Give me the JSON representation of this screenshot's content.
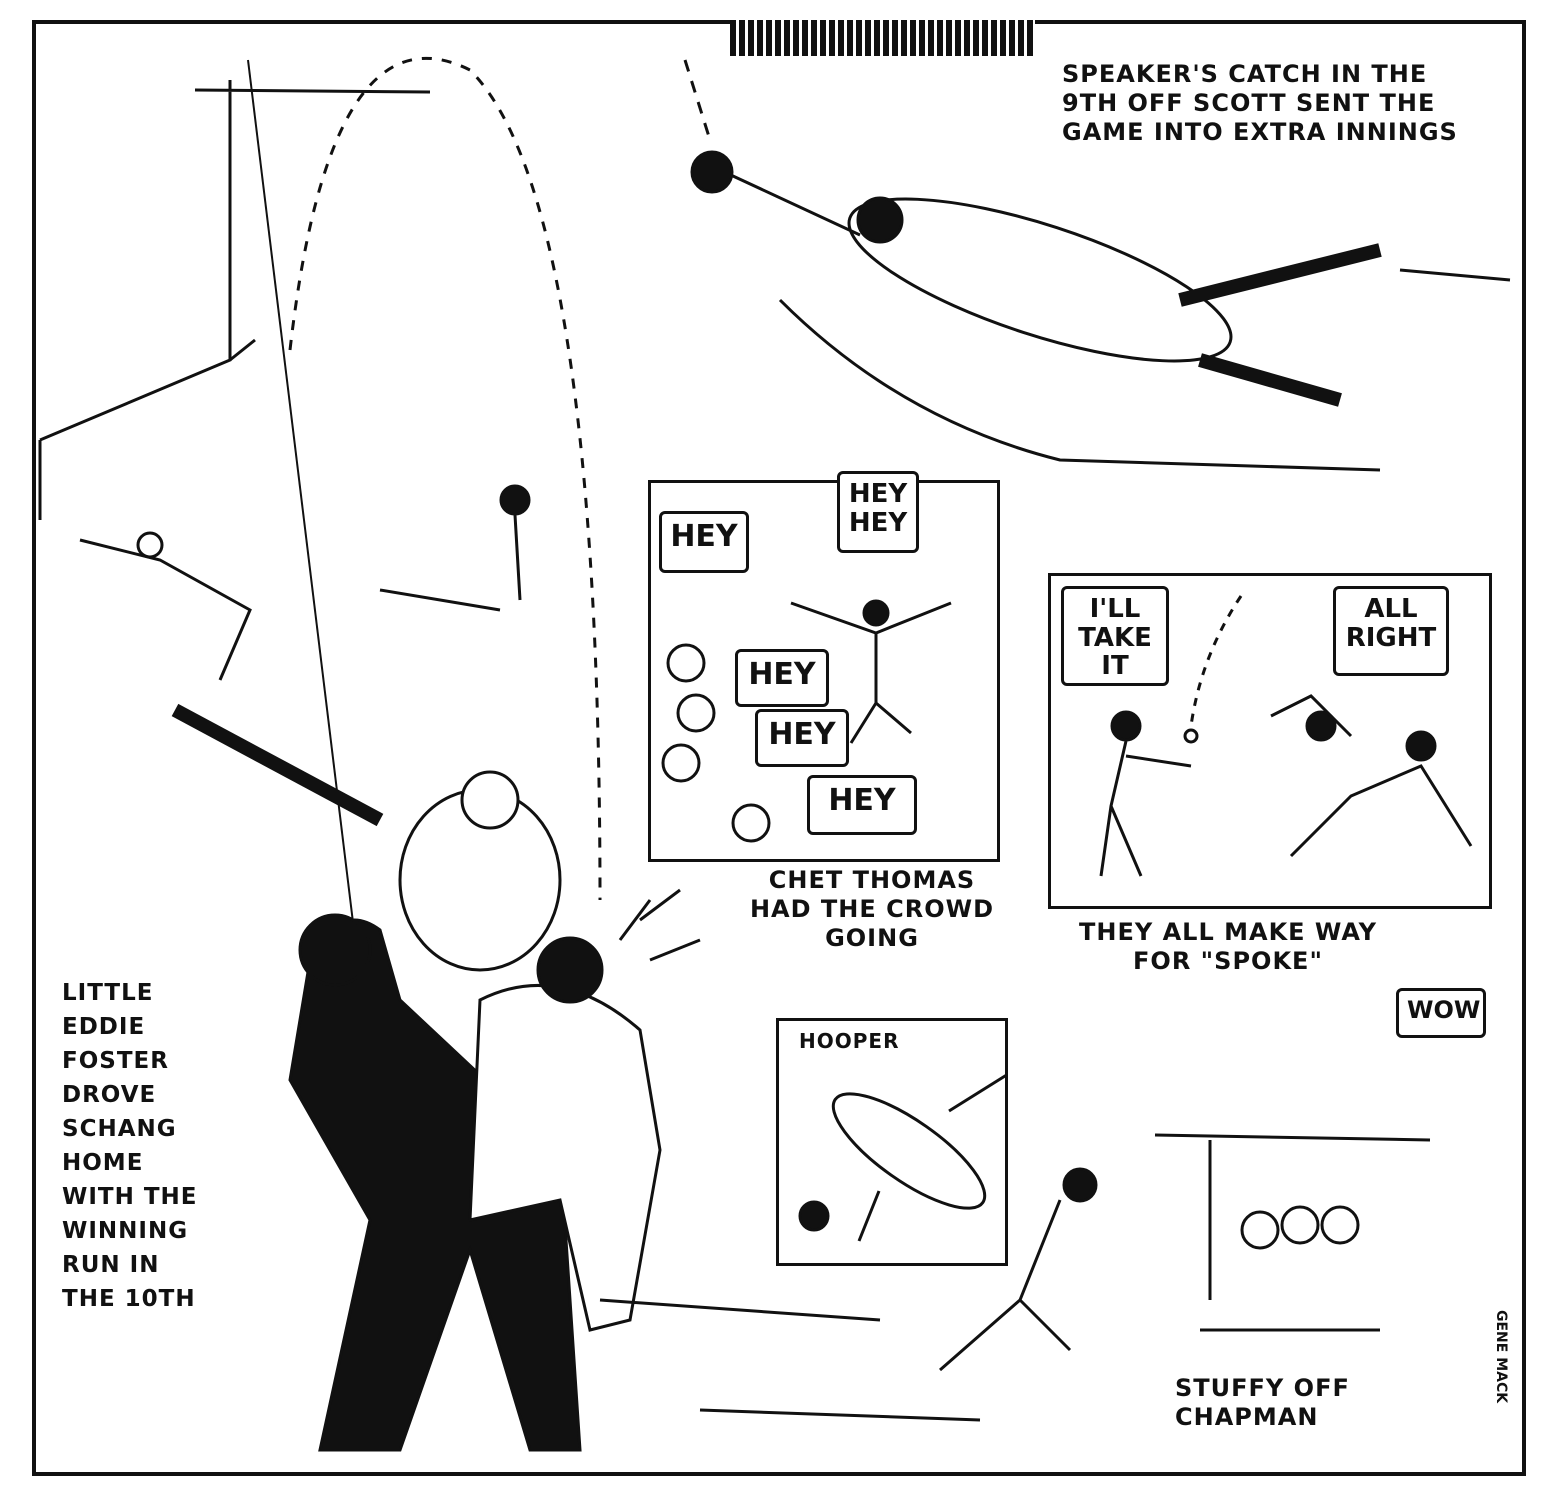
{
  "captions": {
    "speaker": "SPEAKER'S CATCH IN THE 9TH OFF SCOTT SENT THE GAME INTO EXTRA INNINGS",
    "chet_thomas": "CHET THOMAS HAD THE CROWD GOING",
    "spoke": "THEY ALL MAKE WAY FOR \"SPOKE\"",
    "foster": "LITTLE EDDIE FOSTER DROVE SCHANG HOME WITH THE WINNING RUN IN THE 10TH",
    "stuffy": "STUFFY OFF CHAPMAN",
    "hooper": "HOOPER"
  },
  "bubbles": {
    "hey1": "HEY",
    "hey_hey": "HEY HEY",
    "hey2": "HEY",
    "hey3": "HEY",
    "hey4": "HEY",
    "ill_take_it": "I'LL TAKE IT",
    "all_right": "ALL RIGHT",
    "wow": "WOW"
  },
  "signature": "GENE MACK"
}
